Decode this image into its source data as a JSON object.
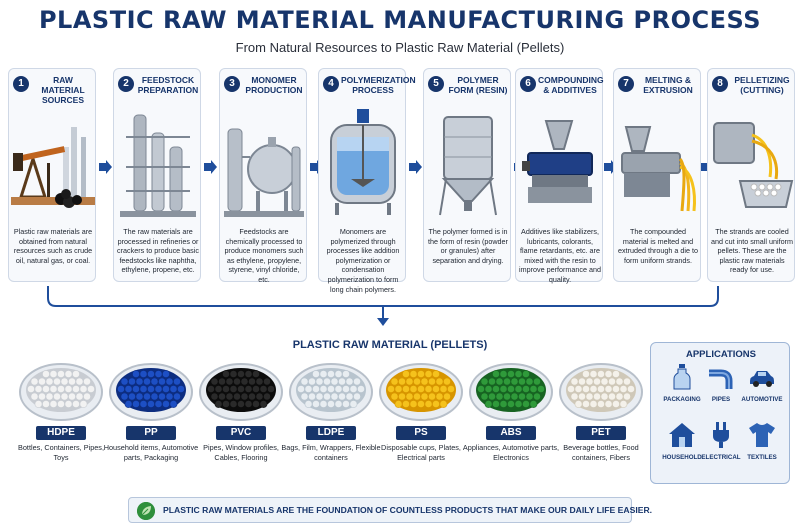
{
  "header": {
    "title": "PLASTIC RAW MATERIAL MANUFACTURING PROCESS",
    "subtitle": "From Natural Resources to Plastic Raw Material (Pellets)"
  },
  "steps": [
    {
      "number": "1",
      "title": "RAW MATERIAL SOURCES",
      "icon": "oil-pump-icon",
      "description": "Plastic raw materials are obtained from natural resources such as crude oil, natural gas, or coal."
    },
    {
      "number": "2",
      "title": "FEEDSTOCK PREPARATION",
      "icon": "refinery-icon",
      "description": "The raw materials are processed in refineries or crackers to produce basic feedstocks like naphtha, ethylene, propene, etc."
    },
    {
      "number": "3",
      "title": "MONOMER PRODUCTION",
      "icon": "reactor-plant-icon",
      "description": "Feedstocks are chemically processed to produce monomers such as ethylene, propylene, styrene, vinyl chloride, etc."
    },
    {
      "number": "4",
      "title": "POLYMERIZATION PROCESS",
      "icon": "polymerization-tank-icon",
      "description": "Monomers are polymerized through processes like addition polymerization or condensation polymerization to form long chain polymers."
    },
    {
      "number": "5",
      "title": "POLYMER FORM (RESIN)",
      "icon": "resin-silo-icon",
      "description": "The polymer formed is in the form of resin (powder or granules) after separation and drying."
    },
    {
      "number": "6",
      "title": "COMPOUNDING & ADDITIVES",
      "icon": "compounder-icon",
      "description": "Additives like stabilizers, lubricants, colorants, flame retardants, etc. are mixed with the resin to improve performance and quality."
    },
    {
      "number": "7",
      "title": "MELTING & EXTRUSION",
      "icon": "extruder-icon",
      "description": "The compounded material is melted and extruded through a die to form uniform strands."
    },
    {
      "number": "8",
      "title": "PELLETIZING (CUTTING)",
      "icon": "pelletizer-icon",
      "description": "The strands are cooled and cut into small uniform pellets. These are the plastic raw materials ready for use."
    }
  ],
  "pellets_section": {
    "title": "PLASTIC RAW MATERIAL (PELLETS)",
    "items": [
      {
        "label": "HDPE",
        "color": "#f2f2f2",
        "shade": "#c8ccd2",
        "uses": "Bottles, Containers, Pipes, Toys"
      },
      {
        "label": "PP",
        "color": "#1d4fc4",
        "shade": "#0d2d80",
        "uses": "Household items, Automotive parts, Packaging"
      },
      {
        "label": "PVC",
        "color": "#2a2a2a",
        "shade": "#0c0c0c",
        "uses": "Pipes, Window profiles, Cables, Flooring"
      },
      {
        "label": "LDPE",
        "color": "#e8edf1",
        "shade": "#b8c4ce",
        "uses": "Bags, Film, Wrappers, Flexible containers"
      },
      {
        "label": "PS",
        "color": "#f5c21c",
        "shade": "#d79500",
        "uses": "Disposable cups, Plates, Electrical parts"
      },
      {
        "label": "ABS",
        "color": "#2f9a3a",
        "shade": "#176322",
        "uses": "Appliances, Automotive parts, Electronics"
      },
      {
        "label": "PET",
        "color": "#f4f1ea",
        "shade": "#cfc8b8",
        "uses": "Beverage bottles, Food containers, Fibers"
      }
    ]
  },
  "applications": {
    "title": "APPLICATIONS",
    "items": [
      {
        "label": "PACKAGING",
        "icon": "bottle-icon"
      },
      {
        "label": "PIPES",
        "icon": "pipe-icon"
      },
      {
        "label": "AUTOMOTIVE",
        "icon": "car-icon"
      },
      {
        "label": "HOUSEHOLD",
        "icon": "house-icon"
      },
      {
        "label": "ELECTRICAL",
        "icon": "plug-icon"
      },
      {
        "label": "TEXTILES",
        "icon": "tshirt-icon"
      }
    ]
  },
  "footer": {
    "icon": "leaf-icon",
    "text": "PLASTIC RAW MATERIALS ARE THE FOUNDATION OF COUNTLESS PRODUCTS THAT MAKE OUR DAILY LIFE EASIER."
  },
  "colors": {
    "navy": "#17356b",
    "steel": "#aeb6c0",
    "arrow": "#1f4e9c"
  }
}
